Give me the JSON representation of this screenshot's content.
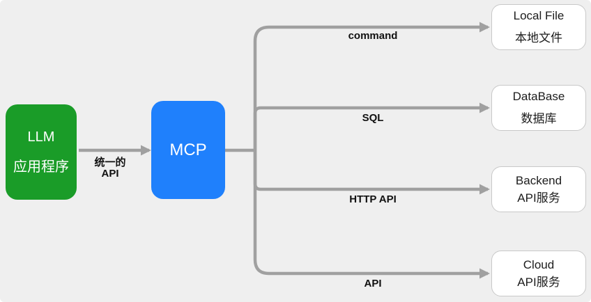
{
  "colors": {
    "bg": "#efefef",
    "line": "#a0a0a0",
    "node-green": "#1a9c28",
    "node-blue": "#1f80fc",
    "node-text": "#ffffff",
    "label-text": "#111111",
    "box-border": "#c8c8c8",
    "box-bg": "#ffffff",
    "box-text": "#1c1c1c"
  },
  "nodes": {
    "llm": {
      "line1": "LLM",
      "line2": "应用程序"
    },
    "mcp": {
      "label": "MCP"
    }
  },
  "edges": {
    "llm_to_mcp": {
      "label_line1": "统一的",
      "label_line2": "API"
    }
  },
  "branches": [
    {
      "label": "command",
      "target": {
        "line1": "Local File",
        "line2": "本地文件"
      }
    },
    {
      "label": "SQL",
      "target": {
        "line1": "DataBase",
        "line2": "数据库"
      }
    },
    {
      "label": "HTTP API",
      "target": {
        "line1": "Backend",
        "line2": "API服务"
      }
    },
    {
      "label": "API",
      "target": {
        "line1": "Cloud",
        "line2": "API服务"
      }
    }
  ]
}
